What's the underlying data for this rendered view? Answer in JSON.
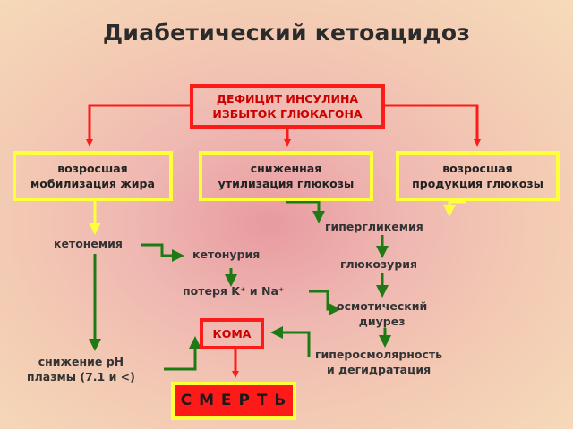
{
  "title": "Диабетический кетоацидоз",
  "nodes": {
    "deficit_line1": "ДЕФИЦИТ ИНСУЛИНА",
    "deficit_line2": "ИЗБЫТОК ГЛЮКАГОНА",
    "fat_line1": "возросшая",
    "fat_line2": "мобилизация жира",
    "glucose_use_line1": "сниженная",
    "glucose_use_line2": "утилизация глюкозы",
    "glucose_prod_line1": "возросшая",
    "glucose_prod_line2": "продукция глюкозы",
    "ketonemia": "кетонемия",
    "ketonuria": "кетонурия",
    "potassium_loss": "потеря K⁺ и Na⁺",
    "hyperglycemia": "гипергликемия",
    "glucosuria": "глюкозурия",
    "osmotic_line1": "осмотический",
    "osmotic_line2": "диурез",
    "ph_line1": "снижение pH",
    "ph_line2": "плазмы (7.1 и <)",
    "hyperosm_line1": "гиперосмолярность",
    "hyperosm_line2": "и дегидратация",
    "coma": "КОМА",
    "death": "С М Е Р Т Ь"
  },
  "slide_number": "",
  "colors": {
    "red": "#ff1a1a",
    "yellow": "#ffff3a",
    "green": "#1e7a14"
  }
}
